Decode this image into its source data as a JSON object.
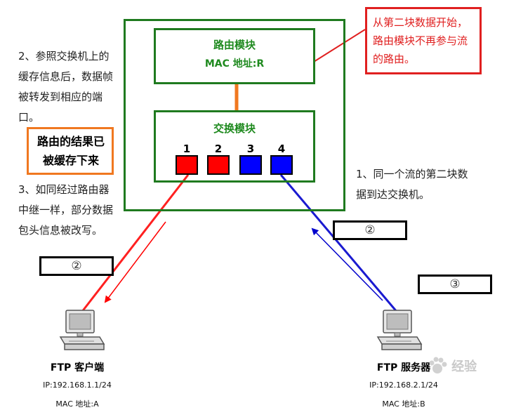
{
  "router": {
    "title": "路由模块",
    "mac": "MAC 地址:R"
  },
  "switch": {
    "title": "交换模块",
    "ports": [
      {
        "label": "1",
        "color": "#ff0000"
      },
      {
        "label": "2",
        "color": "#ff0000"
      },
      {
        "label": "3",
        "color": "#0000ff"
      },
      {
        "label": "4",
        "color": "#0000ff"
      }
    ]
  },
  "note_red": {
    "text": "从第二块数据开始，路由模块不再参与流的路由。"
  },
  "note_left_top": {
    "text": "2、参照交换机上的缓存信息后，数据帧被转发到相应的端口。"
  },
  "note_orange": {
    "text": "路由的结果已被缓存下来"
  },
  "note_left_bottom": {
    "text": "3、如同经过路由器中继一样，部分数据包头信息被改写。"
  },
  "note_right": {
    "text": "1、同一个流的第二块数据到达交换机。"
  },
  "markers": {
    "left": "②",
    "right_mid": "②",
    "right_low": "③"
  },
  "client": {
    "name": "FTP 客户端",
    "ip": "IP:192.168.1.1/24",
    "mac": "MAC 地址:A"
  },
  "server": {
    "name": "FTP 服务器",
    "ip": "IP:192.168.2.1/24",
    "mac": "MAC 地址:B"
  },
  "watermark": "经验"
}
